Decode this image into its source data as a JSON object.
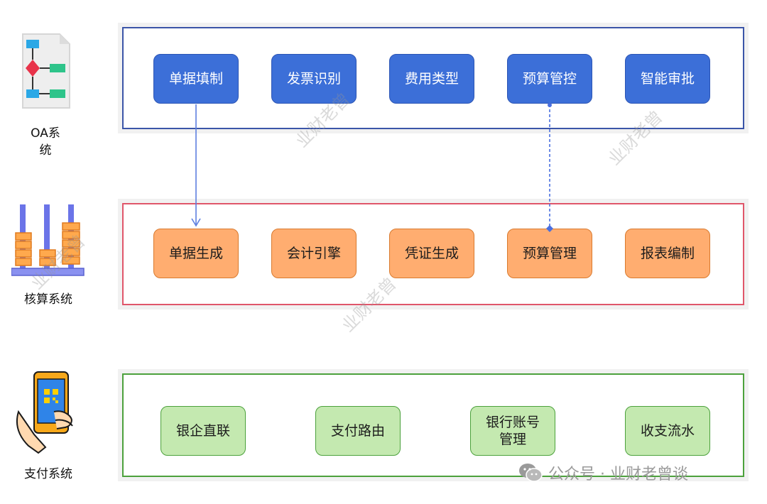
{
  "systems": {
    "oa": {
      "label": "OA系\n统",
      "icon": "flowchart-icon",
      "nodes": [
        "单据填制",
        "发票识别",
        "费用类型",
        "预算管控",
        "智能审批"
      ]
    },
    "accounting": {
      "label": "核算系统",
      "icon": "abacus-icon",
      "nodes": [
        "单据生成",
        "会计引擎",
        "凭证生成",
        "预算管理",
        "报表编制"
      ]
    },
    "payment": {
      "label": "支付系统",
      "icon": "mobile-qr-payment-icon",
      "nodes": [
        "银企直联",
        "支付路由",
        "银行账号\n管理",
        "收支流水"
      ]
    }
  },
  "connections": [
    {
      "from": "单据填制",
      "to": "单据生成",
      "style": "solid"
    },
    {
      "from": "预算管控",
      "to": "预算管理",
      "style": "dashed"
    }
  ],
  "watermark": "业财老曾",
  "footer": {
    "text": "公众号 · 业财老曾谈",
    "icon": "wechat-icon"
  },
  "colors": {
    "oa_border": "#3b55a8",
    "oa_node": "#3c6fd8",
    "accounting_border": "#e0566a",
    "accounting_node": "#ffad70",
    "payment_border": "#4ca13c",
    "payment_node": "#c4e9b0"
  }
}
